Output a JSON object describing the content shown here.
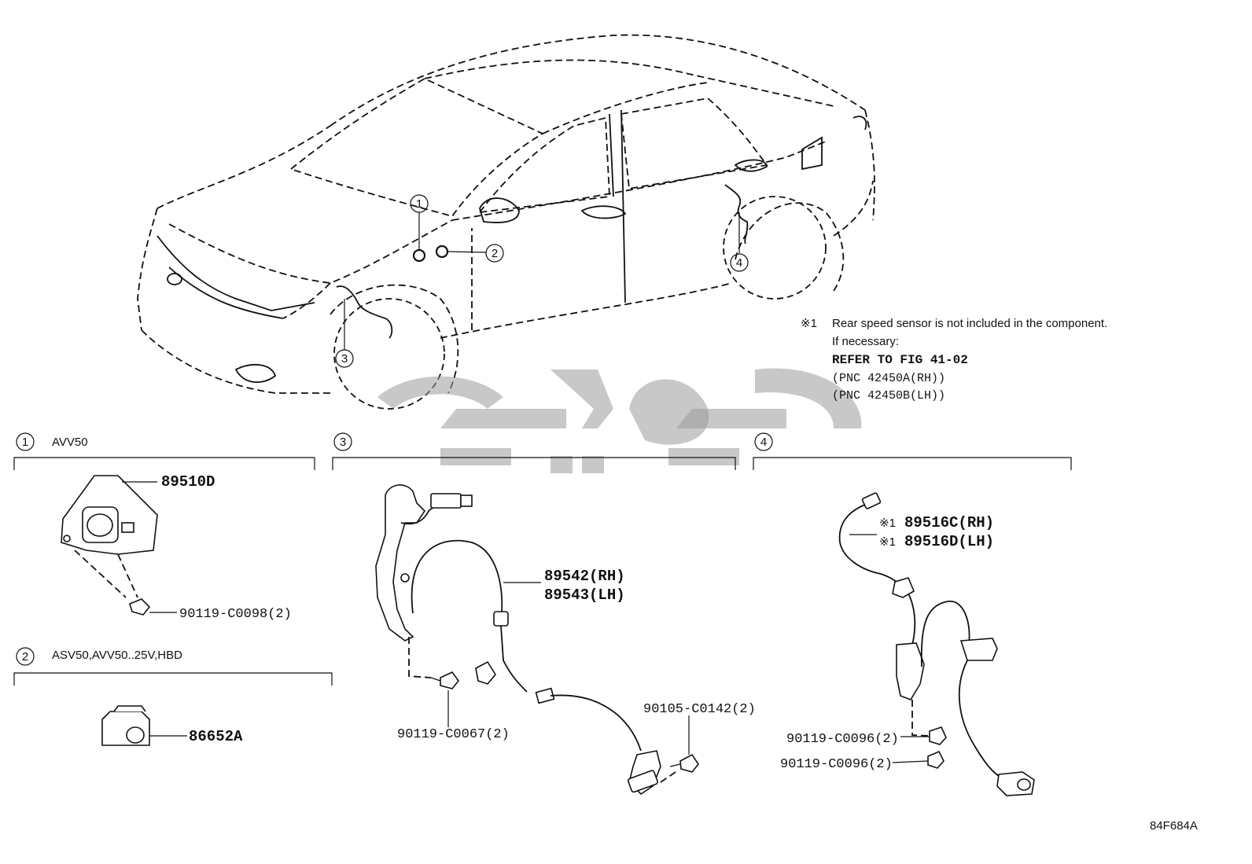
{
  "callouts": [
    "1",
    "2",
    "3",
    "4"
  ],
  "note": {
    "mark": "※1",
    "line1": "Rear speed sensor is not included in the component.",
    "line2": "If necessary:",
    "line3": "REFER TO FIG 41-02",
    "line4": "(PNC 42450A(RH))",
    "line5": "(PNC 42450B(LH))"
  },
  "sections": [
    {
      "num": "1",
      "title": "AVV50"
    },
    {
      "num": "2",
      "title": "ASV50,AVV50..25V,HBD"
    },
    {
      "num": "3",
      "title": ""
    },
    {
      "num": "4",
      "title": ""
    }
  ],
  "parts": {
    "p89510D": "89510D",
    "p90119_C0098": "90119-C0098(2)",
    "p86652A": "86652A",
    "p89542": "89542(RH)",
    "p89543": "89543(LH)",
    "p90119_C0067": "90119-C0067(2)",
    "p90105_C0142": "90105-C0142(2)",
    "p89516C_mark": "※1",
    "p89516C": "89516C(RH)",
    "p89516D_mark": "※1",
    "p89516D": "89516D(LH)",
    "p90119_C0096a": "90119-C0096(2)",
    "p90119_C0096b": "90119-C0096(2)"
  },
  "figure_id": "84F684A"
}
